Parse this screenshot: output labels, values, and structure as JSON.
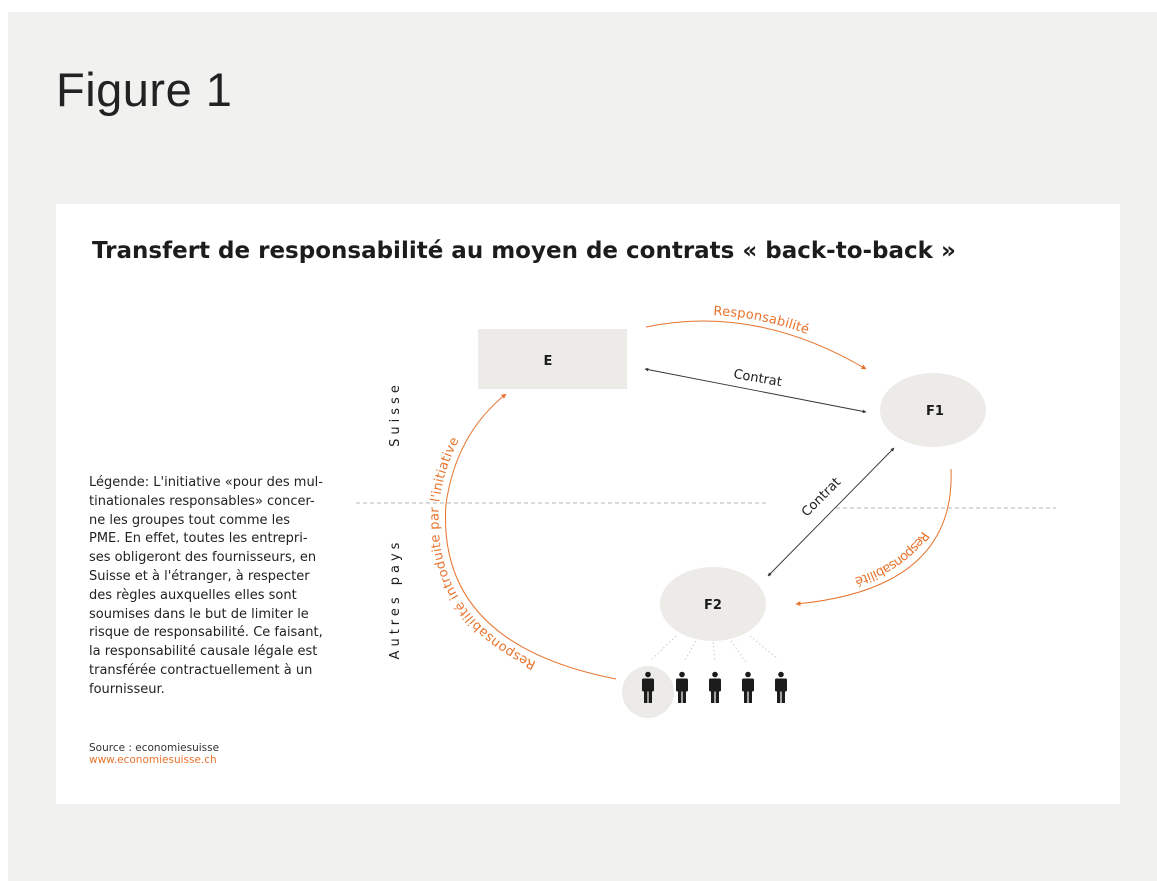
{
  "figure_label": "Figure 1",
  "title": "Transfert de responsabilité au moyen de contrats « back-to-back »",
  "regions": {
    "upper": "Suisse",
    "lower": "Autres pays"
  },
  "nodes": {
    "e": "E",
    "f1": "F1",
    "f2": "F2"
  },
  "arrows": {
    "resp_e_f1": "Responsabilité",
    "contrat_e_f1": "Contrat",
    "contrat_f1_f2": "Contrat",
    "resp_f1_f2": "Responsabilité",
    "resp_initiative": "Responsabilité introduite par l'initiative"
  },
  "legend": "Légende: L'initiative «pour des mul-\ntinationales responsables» concer-\nne les groupes tout comme les\nPME. En effet, toutes les entrepri-\nses obligeront des fournisseurs, en\nSuisse et à l'étranger, à respecter\ndes règles auxquelles elles sont\nsoumises dans le but de limiter le\nrisque de responsabilité. Ce faisant,\nla responsabilité causale légale est\ntransférée contractuellement à un\nfournisseur.",
  "source": {
    "label": "Source : economiesuisse",
    "url": "www.economiesuisse.ch"
  },
  "colors": {
    "accent": "#e7742e",
    "node_fill": "#ecebe8",
    "text": "#1c1c1c",
    "line": "#333333",
    "divider": "#b5b5b5"
  },
  "workers_count": 5
}
